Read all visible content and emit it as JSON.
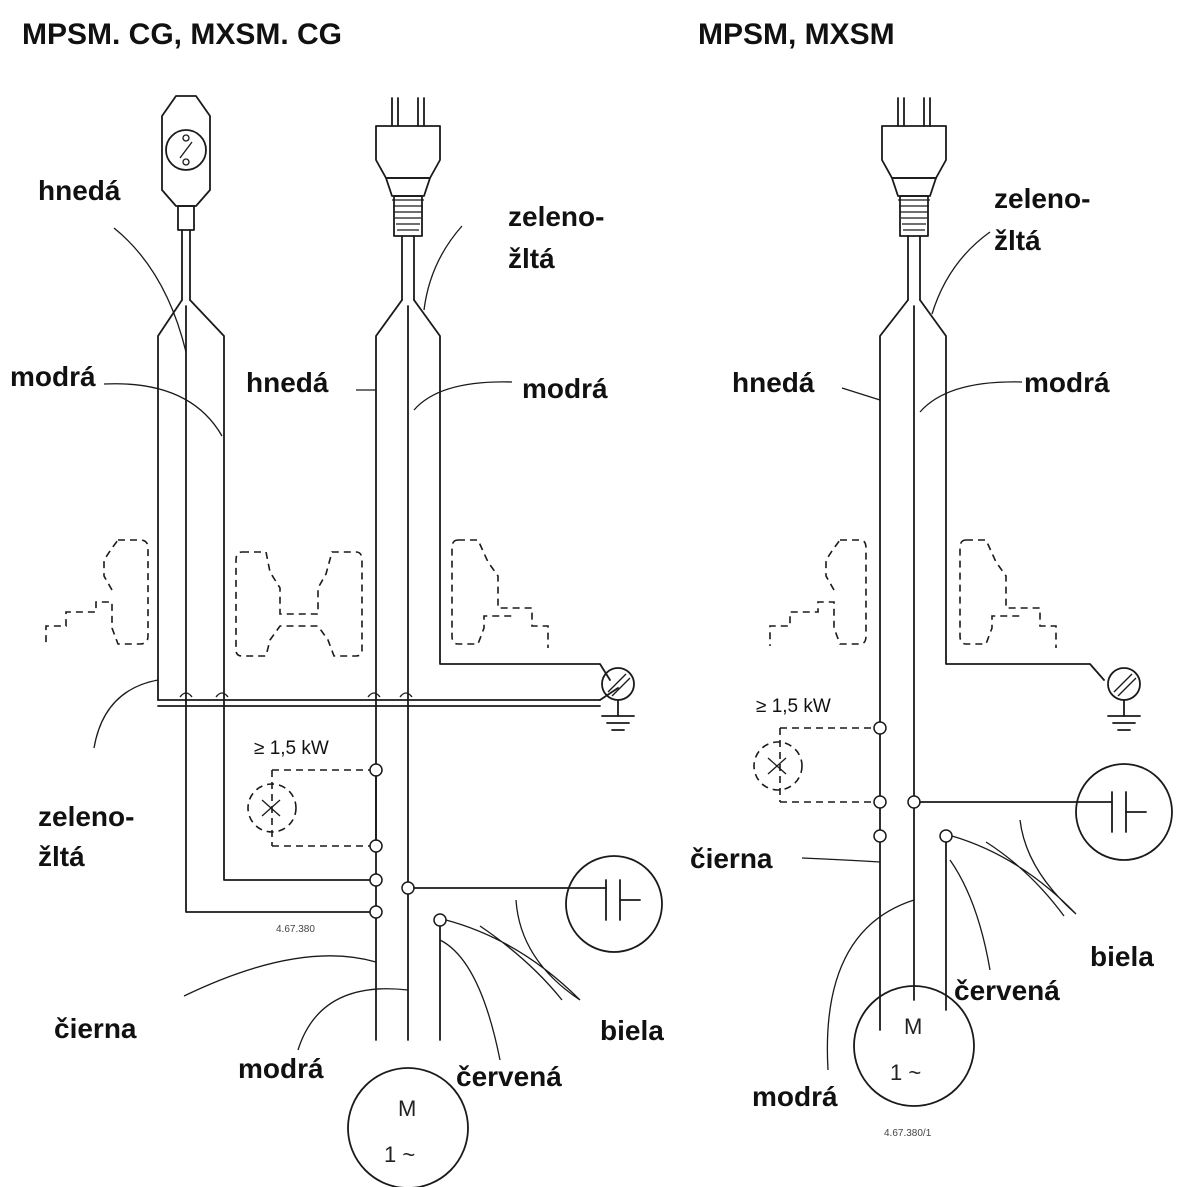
{
  "titles": {
    "left": "MPSM.  CG, MXSM.  CG",
    "right": "MPSM, MXSM"
  },
  "labels": {
    "left_plug_brown": "hnedá",
    "left_plug_blue": "modrá",
    "left_ground_line1": "zeleno-",
    "left_ground_line2": "žltá",
    "mid_ground_line1": "zeleno-",
    "mid_ground_line2": "žltá",
    "mid_brown": "hnedá",
    "mid_blue": "modrá",
    "left_black": "čierna",
    "left_motor_blue": "modrá",
    "left_red": "červená",
    "left_white": "biela",
    "right_ground_line1": "zeleno-",
    "right_ground_line2": "žltá",
    "right_brown": "hnedá",
    "right_blue": "modrá",
    "right_black": "čierna",
    "right_white": "biela",
    "right_red": "červená",
    "right_motor_blue": "modrá"
  },
  "power_threshold_left": "≥ 1,5 kW",
  "power_threshold_right": "≥ 1,5 kW",
  "motor_left": {
    "letter": "M",
    "phase": "1 ~"
  },
  "motor_right": {
    "letter": "M",
    "phase": "1 ~"
  },
  "drawing_codes": {
    "left": "4.67.380",
    "right": "4.67.380/1"
  }
}
